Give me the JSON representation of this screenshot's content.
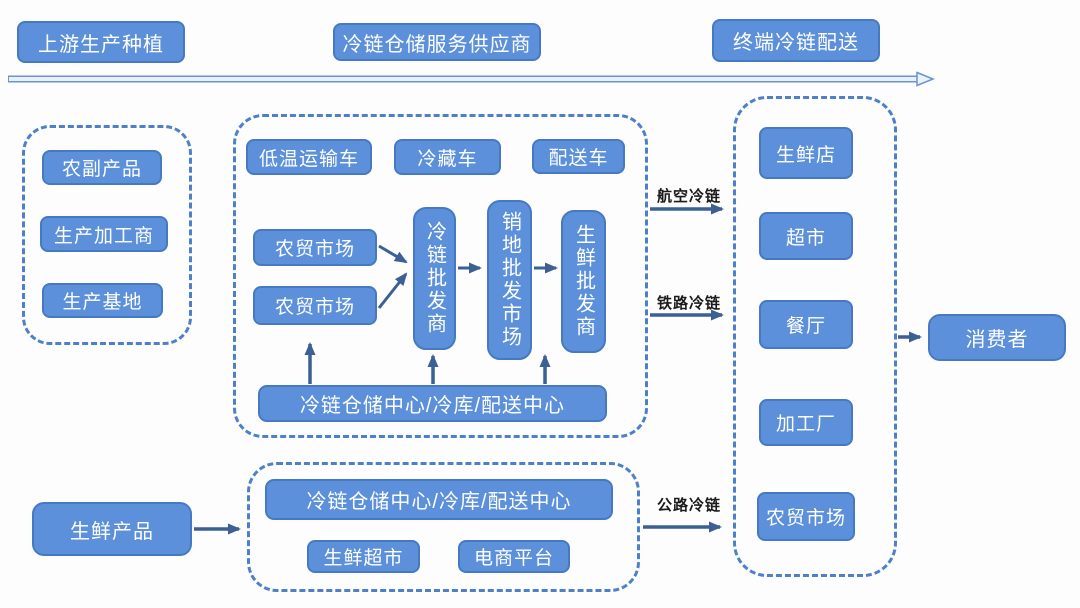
{
  "headers": [
    {
      "label": "上游生产种植"
    },
    {
      "label": "冷链仓储服务供应商"
    },
    {
      "label": "终端冷链配送"
    }
  ],
  "upstream": {
    "items": [
      {
        "label": "农副产品"
      },
      {
        "label": "生产加工商"
      },
      {
        "label": "生产基地"
      }
    ]
  },
  "middle": {
    "vehicles": [
      {
        "label": "低温运输车"
      },
      {
        "label": "冷藏车"
      },
      {
        "label": "配送车"
      }
    ],
    "markets": [
      {
        "label": "农贸市场"
      },
      {
        "label": "农贸市场"
      }
    ],
    "chain": [
      {
        "label": "冷链批发商"
      },
      {
        "label": "销地批发市场"
      },
      {
        "label": "生鲜批发商"
      }
    ],
    "storage": {
      "label": "冷链仓储中心/冷库/配送中心"
    }
  },
  "links": [
    {
      "label": "航空冷链"
    },
    {
      "label": "铁路冷链"
    },
    {
      "label": "公路冷链"
    }
  ],
  "terminal": {
    "items": [
      {
        "label": "生鲜店"
      },
      {
        "label": "超市"
      },
      {
        "label": "餐厅"
      },
      {
        "label": "加工厂"
      },
      {
        "label": "农贸市场"
      }
    ]
  },
  "consumer": {
    "label": "消费者"
  },
  "fresh": {
    "label": "生鲜产品"
  },
  "bottom": {
    "storage": {
      "label": "冷链仓储中心/冷库/配送中心"
    },
    "items": [
      {
        "label": "生鲜超市"
      },
      {
        "label": "电商平台"
      }
    ]
  },
  "colors": {
    "node_fill": "#5c90da",
    "node_border": "#4679c2",
    "node_text": "#ffffff",
    "dashed_border": "#4d80c8",
    "arrow": "#3c5f94",
    "link_text": "#1b1b1b",
    "timeline_edge": "#6b93cc",
    "timeline_fill": "#eaf1fa"
  }
}
